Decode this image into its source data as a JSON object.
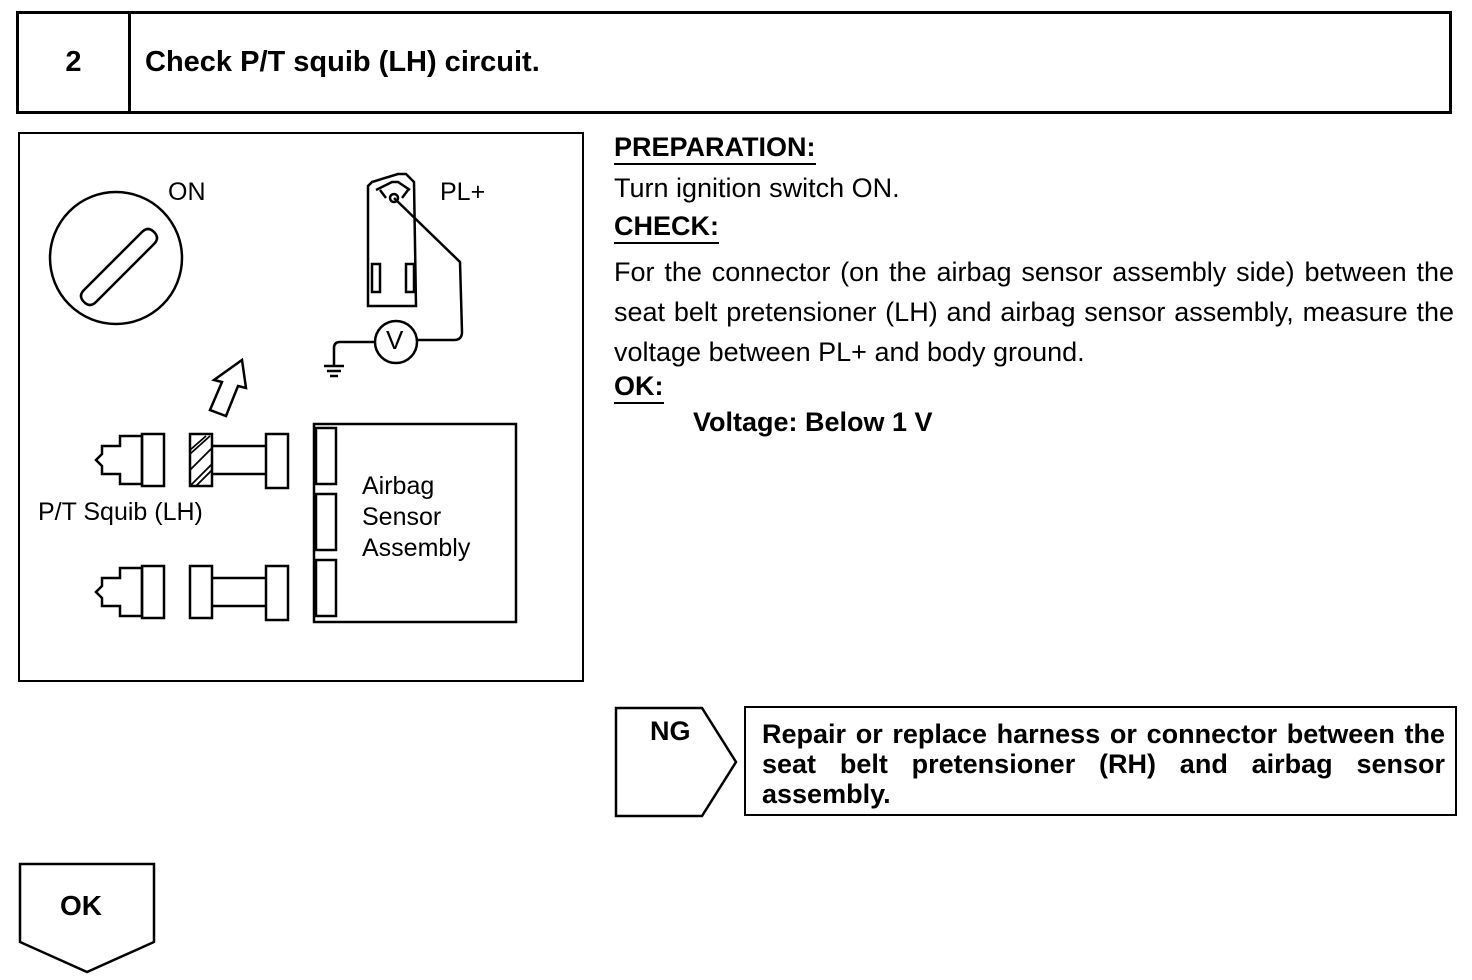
{
  "step": {
    "number": "2",
    "title": "Check P/T squib (LH) circuit."
  },
  "figure": {
    "label_on": "ON",
    "label_pl": "PL+",
    "label_v": "V",
    "label_squib": "P/T Squib (LH)",
    "label_sensor_1": "Airbag",
    "label_sensor_2": "Sensor",
    "label_sensor_3": "Assembly"
  },
  "instructions": {
    "preparation_heading": "PREPARATION:",
    "preparation_text": "Turn ignition switch ON.",
    "check_heading": "CHECK:",
    "check_text": "For the connector (on the airbag sensor assembly side) between the seat belt pretensioner (LH) and airbag sensor assembly, measure the voltage between PL+ and body ground.",
    "ok_heading": "OK:",
    "ok_value": "Voltage: Below 1 V"
  },
  "ng": {
    "label": "NG",
    "action": "Repair or replace harness or connector between the seat belt pretensioner (RH) and airbag sensor assembly."
  },
  "ok": {
    "label": "OK"
  }
}
